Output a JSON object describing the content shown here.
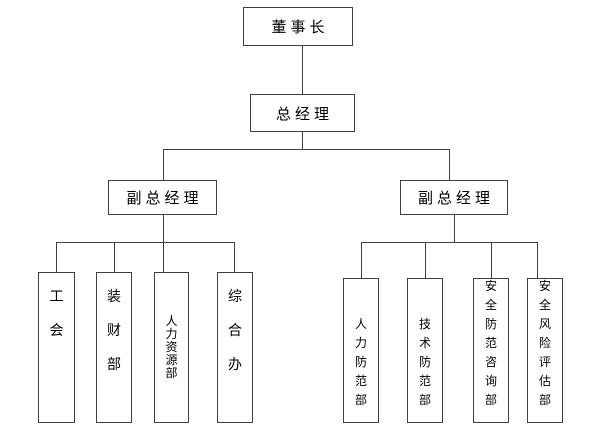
{
  "diagram": {
    "type": "org-chart",
    "nodes": {
      "chairman": {
        "label": "董事长"
      },
      "general_manager": {
        "label": "总经理"
      },
      "deputy_gm_left": {
        "label": "副总经理"
      },
      "deputy_gm_right": {
        "label": "副总经理"
      },
      "left_departments": [
        {
          "label": "工会"
        },
        {
          "label": "装财部"
        },
        {
          "label": "人力资源部"
        },
        {
          "label": "综合办"
        }
      ],
      "right_departments": [
        {
          "label": "人力防范部"
        },
        {
          "label": "技术防范部"
        },
        {
          "label": "安全防范咨询部"
        },
        {
          "label": "安全风险评估部"
        }
      ]
    },
    "edges": [
      "chairman -> general_manager",
      "general_manager -> deputy_gm_left",
      "general_manager -> deputy_gm_right",
      "deputy_gm_left -> 工会",
      "deputy_gm_left -> 装财部",
      "deputy_gm_left -> 人力资源部",
      "deputy_gm_left -> 综合办",
      "deputy_gm_right -> 人力防范部",
      "deputy_gm_right -> 技术防范部",
      "deputy_gm_right -> 安全防范咨询部",
      "deputy_gm_right -> 安全风险评估部"
    ],
    "colors": {
      "line": "#3f3f3f",
      "border": "#3f3f3f",
      "text": "#000000",
      "background": "#ffffff"
    }
  }
}
